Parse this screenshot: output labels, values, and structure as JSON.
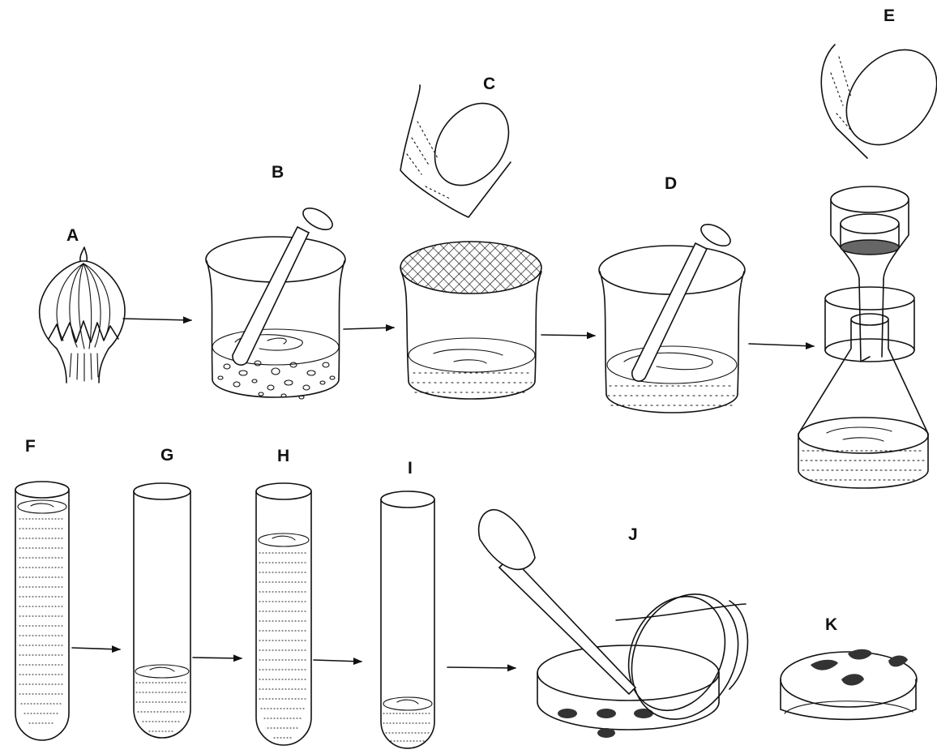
{
  "figure": {
    "steps": [
      {
        "id": "A",
        "label": "A"
      },
      {
        "id": "B",
        "label": "B"
      },
      {
        "id": "C",
        "label": "C"
      },
      {
        "id": "D",
        "label": "D"
      },
      {
        "id": "E",
        "label": "E"
      },
      {
        "id": "F",
        "label": "F"
      },
      {
        "id": "G",
        "label": "G"
      },
      {
        "id": "H",
        "label": "H"
      },
      {
        "id": "I",
        "label": "I"
      },
      {
        "id": "J",
        "label": "J"
      },
      {
        "id": "K",
        "label": "K"
      }
    ],
    "arrows": [
      {
        "from": "A",
        "to": "B"
      },
      {
        "from": "B",
        "to": "C"
      },
      {
        "from": "C",
        "to": "D"
      },
      {
        "from": "D",
        "to": "E"
      },
      {
        "from": "F",
        "to": "G"
      },
      {
        "from": "G",
        "to": "H"
      },
      {
        "from": "H",
        "to": "I"
      },
      {
        "from": "I",
        "to": "J"
      }
    ],
    "colors": {
      "ink": "#111111",
      "background": "#ffffff"
    }
  }
}
